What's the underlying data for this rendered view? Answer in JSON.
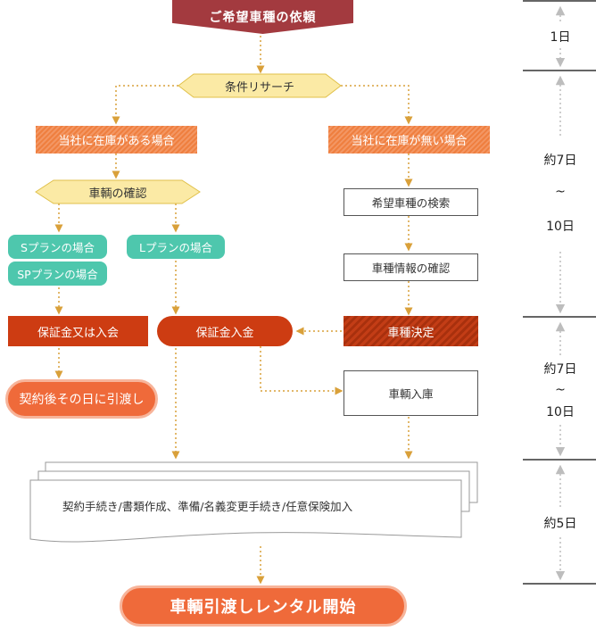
{
  "nodes": {
    "request": "ご希望車種の依頼",
    "research": "条件リサーチ",
    "in_stock": "当社に在庫がある場合",
    "no_stock": "当社に在庫が無い場合",
    "vehicle_check": "車輌の確認",
    "s_plan": "Sプランの場合",
    "sp_plan": "SPプランの場合",
    "l_plan": "Lプランの場合",
    "deposit_or_join": "保証金又は入会",
    "deposit_payment": "保証金入金",
    "search_vehicle": "希望車種の検索",
    "confirm_info": "車種情報の確認",
    "decide_vehicle": "車種決定",
    "same_day_delivery": "契約後その日に引渡し",
    "vehicle_arrival": "車輌入庫",
    "procedures": "契約手続き/書類作成、準備/名義変更手続き/任意保険加入",
    "start": "車輌引渡しレンタル開始"
  },
  "timeline": {
    "day1": "1日",
    "approx7_a": "約7日",
    "tilde_a": "~",
    "day10_a": "10日",
    "approx7_b": "約7日",
    "tilde_b": "~",
    "day10_b": "10日",
    "approx5": "約5日"
  },
  "colors": {
    "dark_red": "#a33a3f",
    "hex_fill": "#fbeaa5",
    "orange": "#ef7f3f",
    "teal": "#4ec7ad",
    "red": "#cd3c12",
    "pill_orange": "#ef6a3a",
    "arrow": "#d9a03a"
  }
}
